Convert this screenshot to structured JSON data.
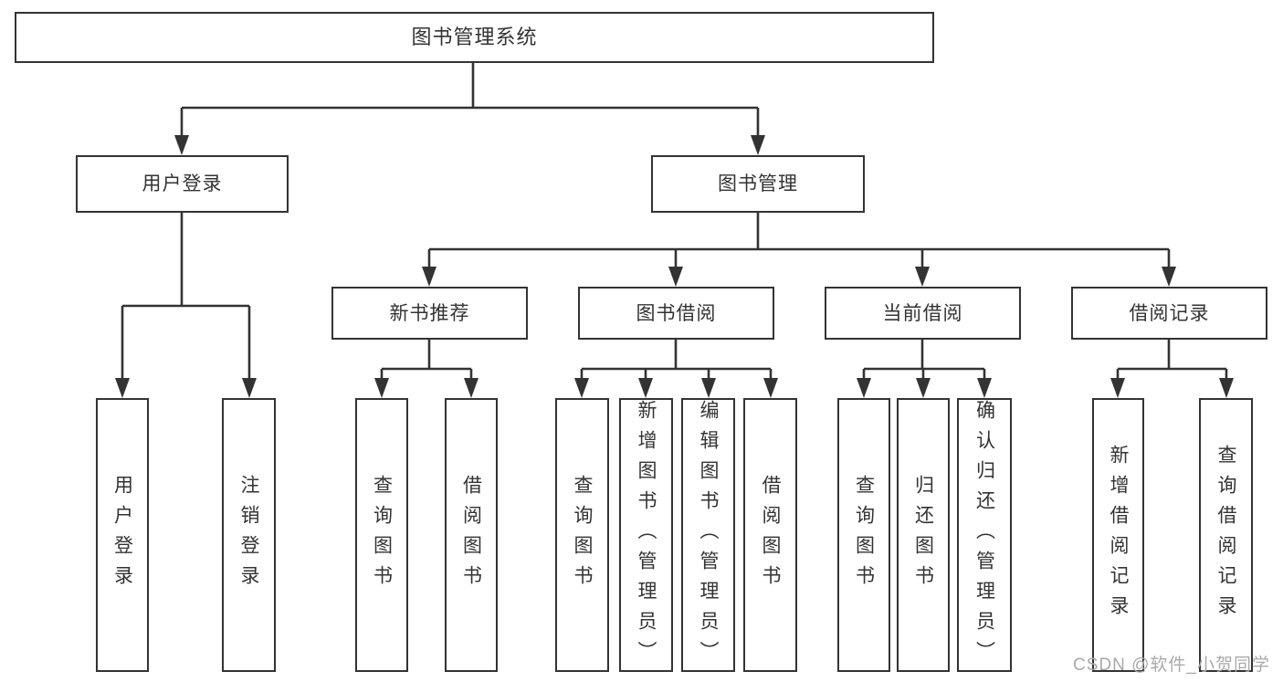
{
  "colors": {
    "line": "#333333",
    "box_border": "#333333",
    "text": "#333333",
    "background": "#ffffff",
    "watermark_text": "#a9a9a9"
  },
  "diagram": {
    "root": {
      "label": "图书管理系统"
    },
    "branches": [
      {
        "label": "用户登录",
        "children": [
          {
            "label": "用户登录"
          },
          {
            "label": "注销登录"
          }
        ]
      },
      {
        "label": "图书管理",
        "children": [
          {
            "label": "新书推荐",
            "children": [
              {
                "label": "查询图书"
              },
              {
                "label": "借阅图书"
              }
            ]
          },
          {
            "label": "图书借阅",
            "children": [
              {
                "label": "查询图书"
              },
              {
                "label": "新增图书（管理员）"
              },
              {
                "label": "编辑图书（管理员）"
              },
              {
                "label": "借阅图书"
              }
            ]
          },
          {
            "label": "当前借阅",
            "children": [
              {
                "label": "查询图书"
              },
              {
                "label": "归还图书"
              },
              {
                "label": "确认归还（管理员）"
              }
            ]
          },
          {
            "label": "借阅记录",
            "children": [
              {
                "label": "新增借阅记录"
              },
              {
                "label": "查询借阅记录"
              }
            ]
          }
        ]
      }
    ]
  },
  "watermark": {
    "text": "CSDN @软件_小贺同学"
  }
}
